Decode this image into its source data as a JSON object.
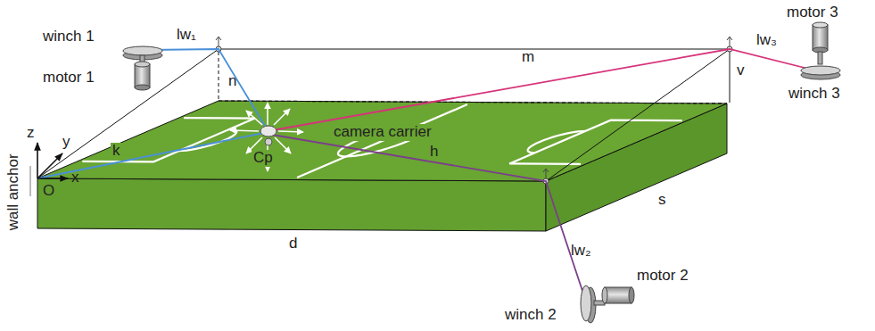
{
  "diagram": {
    "labels": [
      "winch 1",
      "motor 1",
      "lw₁",
      "n",
      "k",
      "z",
      "y",
      "x",
      "O",
      "wall anchor",
      "camera carrier",
      "Cp",
      "m",
      "h",
      "d",
      "s",
      "v",
      "lw₃",
      "motor 3",
      "winch 3",
      "lw₂",
      "motor 2",
      "winch 2"
    ]
  }
}
